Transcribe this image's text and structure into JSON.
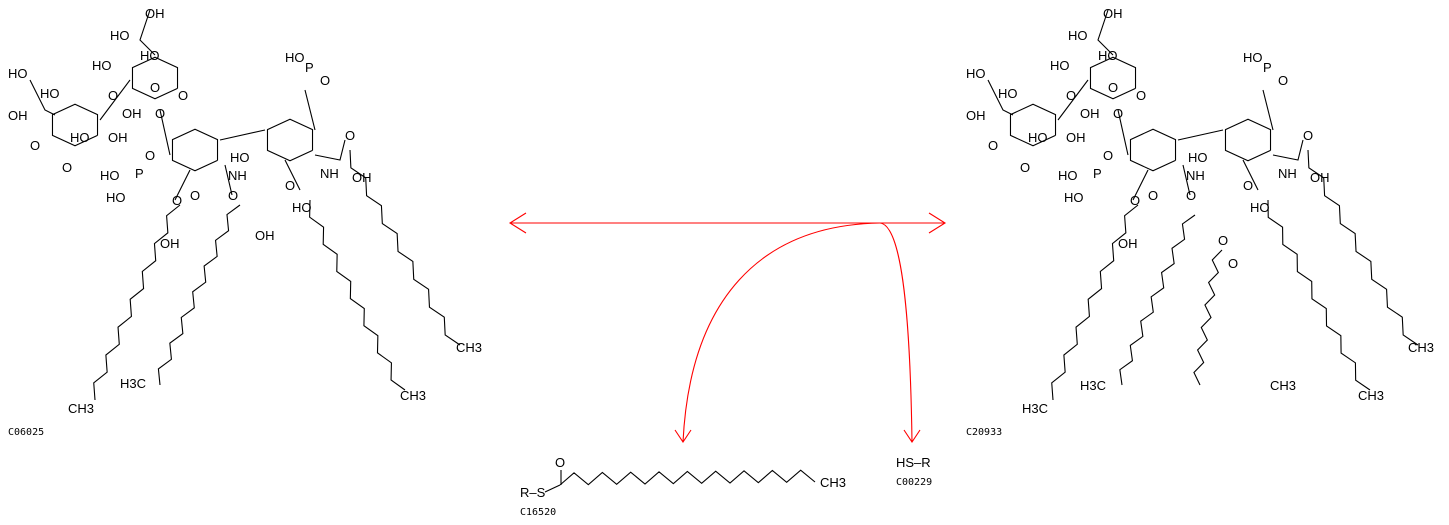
{
  "compounds": {
    "substrate_left": {
      "id": "C06025",
      "atoms": [
        "OH",
        "HO",
        "HO",
        "HO",
        "OH",
        "HO",
        "O",
        "O",
        "OH",
        "O",
        "HO",
        "HO",
        "OH",
        "O",
        "O",
        "O",
        "HO",
        "P",
        "O",
        "HO",
        "OH",
        "O",
        "O",
        "NH",
        "HO",
        "O",
        "NH",
        "O",
        "OH",
        "P",
        "O",
        "HO",
        "O",
        "HO",
        "OH",
        "CH3",
        "H3C",
        "CH3",
        "CH3"
      ]
    },
    "product_right": {
      "id": "C20933",
      "atoms": [
        "OH",
        "HO",
        "HO",
        "HO",
        "OH",
        "HO",
        "O",
        "O",
        "OH",
        "O",
        "HO",
        "HO",
        "OH",
        "O",
        "O",
        "O",
        "HO",
        "P",
        "O",
        "HO",
        "OH",
        "O",
        "O",
        "NH",
        "HO",
        "O",
        "NH",
        "O",
        "OH",
        "P",
        "O",
        "HO",
        "O",
        "HO",
        "O",
        "O",
        "H3C",
        "CH3",
        "CH3",
        "H3C",
        "CH3"
      ]
    },
    "acyl_donor": {
      "id": "C16520",
      "atoms": [
        "R–S",
        "O",
        "CH3"
      ]
    },
    "thiol_product": {
      "id": "C00229",
      "formula": "HS–R"
    }
  },
  "reaction": {
    "arrow_color": "#ff0000",
    "direction": "reversible"
  }
}
